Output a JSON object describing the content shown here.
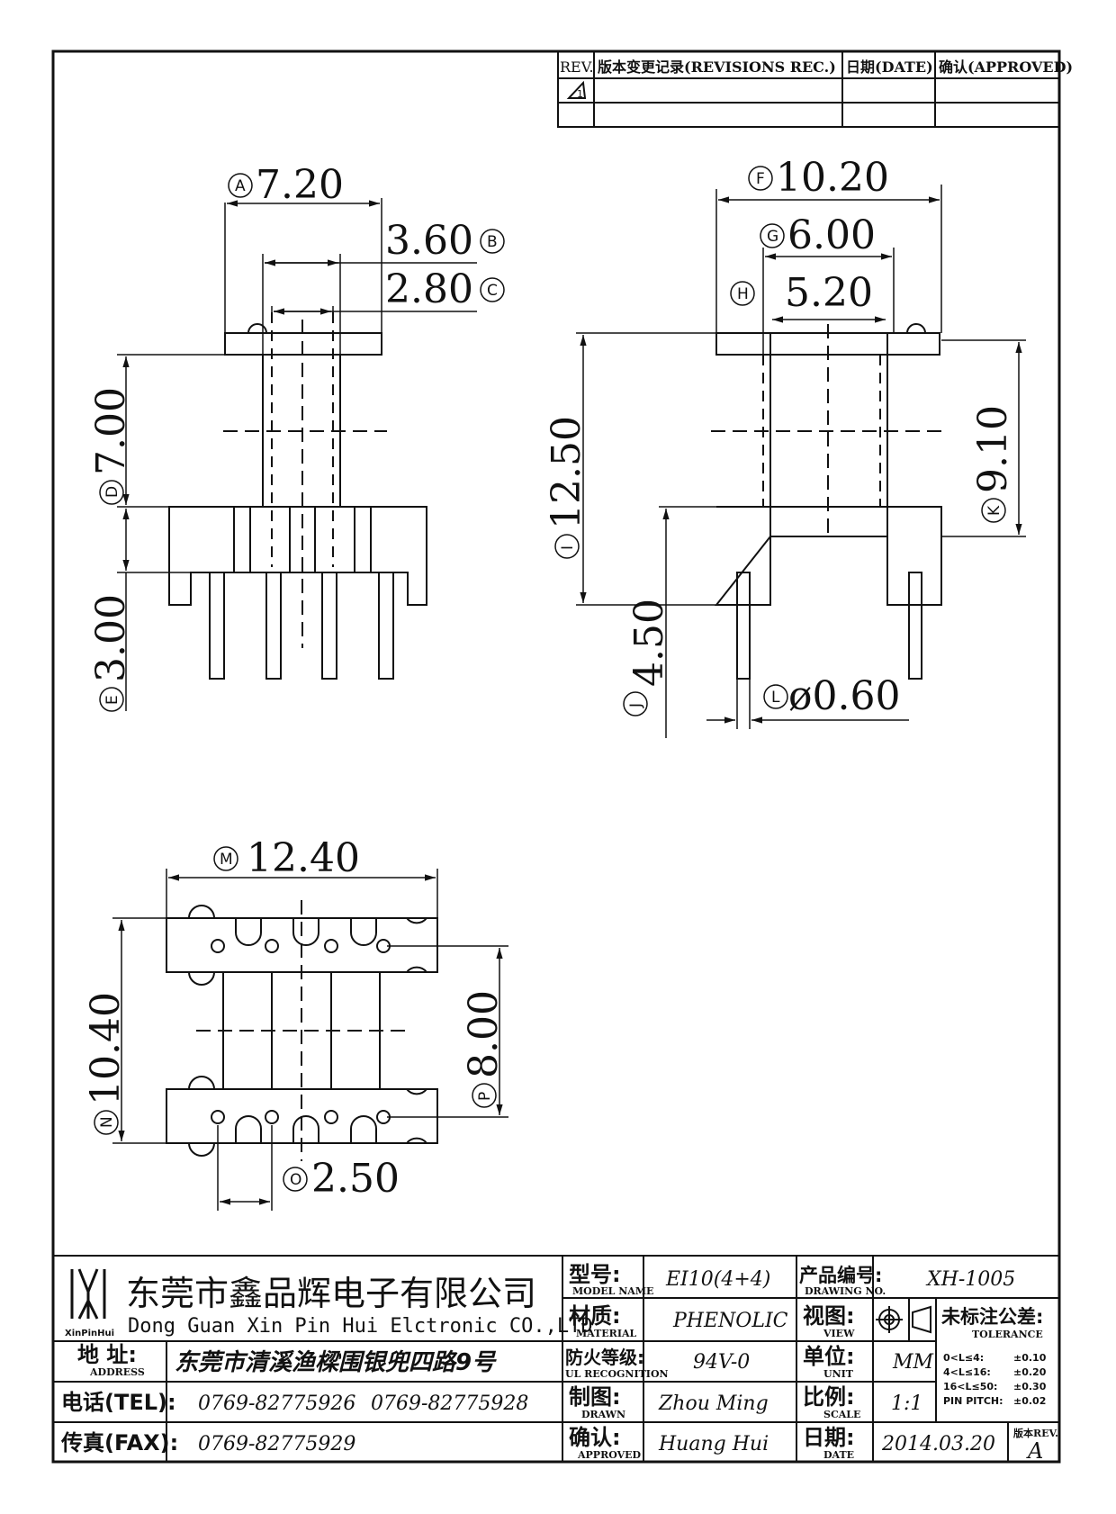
{
  "revisions": {
    "rev_header": "REV.",
    "rec_header": "版本变更记录(REVISIONS REC.)",
    "date_header": "日期(DATE)",
    "approved_header": "确认(APPROVED)",
    "rev_mark": "1"
  },
  "dimensions": {
    "A": {
      "letter": "A",
      "value": "7.20"
    },
    "B": {
      "letter": "B",
      "value": "3.60"
    },
    "C": {
      "letter": "C",
      "value": "2.80"
    },
    "D": {
      "letter": "D",
      "value": "7.00"
    },
    "E": {
      "letter": "E",
      "value": "3.00"
    },
    "F": {
      "letter": "F",
      "value": "10.20"
    },
    "G": {
      "letter": "G",
      "value": "6.00"
    },
    "H": {
      "letter": "H",
      "value": "5.20"
    },
    "I": {
      "letter": "I",
      "value": "12.50"
    },
    "J": {
      "letter": "J",
      "value": "4.50"
    },
    "K": {
      "letter": "K",
      "value": "9.10"
    },
    "L": {
      "letter": "L",
      "value": "ø0.60"
    },
    "M": {
      "letter": "M",
      "value": "12.40"
    },
    "N": {
      "letter": "N",
      "value": "10.40"
    },
    "O": {
      "letter": "O",
      "value": "2.50"
    },
    "P": {
      "letter": "P",
      "value": "8.00"
    }
  },
  "title_block": {
    "company_cn": "东莞市鑫品辉电子有限公司",
    "company_en": "Dong Guan Xin Pin Hui Elctronic CO.,LTD",
    "logo_text": "XinPinHui",
    "address_label": "地 址:",
    "address_label_en": "ADDRESS",
    "address": "东莞市清溪渔樑围银兜四路9号",
    "tel_label": "电话(TEL):",
    "tel1": "0769-82775926",
    "tel2": "0769-82775928",
    "fax_label": "传真(FAX):",
    "fax": "0769-82775929",
    "model_label": "型号:",
    "model_label_en": "MODEL NAME",
    "model": "EI10(4+4)",
    "material_label": "材质:",
    "material_label_en": "MATERIAL",
    "material": "PHENOLIC",
    "flame_label": "防火等级:",
    "flame_label_en": "UL RECOGNITION",
    "flame": "94V-0",
    "drawn_label": "制图:",
    "drawn_label_en": "DRAWN",
    "drawn": "Zhou Ming",
    "approved_label": "确认:",
    "approved_label_en": "APPROVED",
    "approved": "Huang Hui",
    "drawing_no_label": "产品编号:",
    "drawing_no_label_en": "DRAWING NO.",
    "drawing_no": "XH-1005",
    "view_label": "视图:",
    "view_label_en": "VIEW",
    "unit_label": "单位:",
    "unit_label_en": "UNIT",
    "unit": "MM",
    "scale_label": "比例:",
    "scale_label_en": "SCALE",
    "scale": "1:1",
    "date_label": "日期:",
    "date_label_en": "DATE",
    "date": "2014.03.20",
    "tolerance_label": "未标注公差:",
    "tolerance_label_en": "TOLERANCE",
    "tolerances": [
      {
        "range": "0<L≤4:",
        "value": "±0.10"
      },
      {
        "range": "4<L≤16:",
        "value": "±0.20"
      },
      {
        "range": "16<L≤50:",
        "value": "±0.30"
      },
      {
        "range": "PIN PITCH:",
        "value": "±0.02"
      }
    ],
    "rev_label": "版本REV.",
    "rev": "A"
  }
}
